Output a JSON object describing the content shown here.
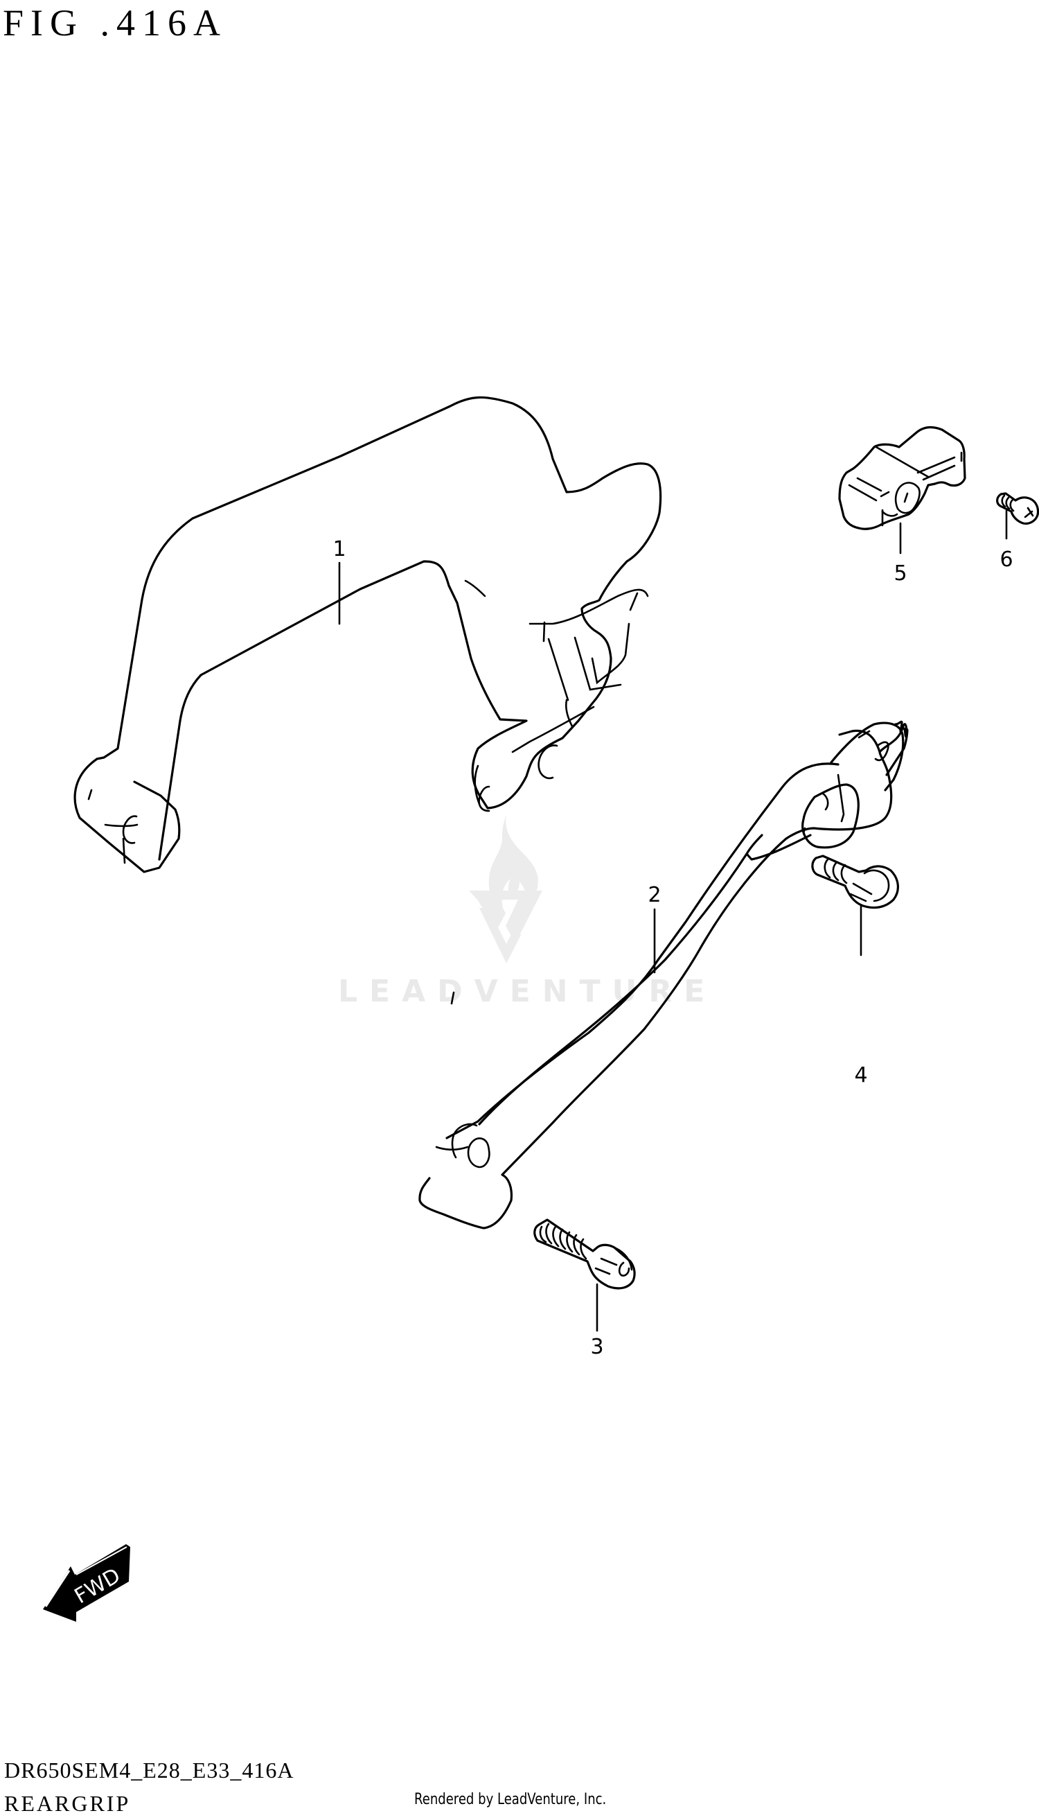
{
  "figure": {
    "title": "FIG .416A",
    "code": "DR650SEM4_E28_E33_416A",
    "name": "REARGRIP"
  },
  "footer": {
    "rendered_by": "Rendered by LeadVenture, Inc."
  },
  "watermark": {
    "text": "LEADVENTURE",
    "color": "#e9e9e9"
  },
  "orientation_marker": {
    "label": "FWD",
    "icon": "fwd-arrow-icon"
  },
  "callouts": [
    {
      "number": "1",
      "part": "rear grip (left)"
    },
    {
      "number": "2",
      "part": "rear grip (right)"
    },
    {
      "number": "3",
      "part": "socket head bolt"
    },
    {
      "number": "4",
      "part": "flange bolt"
    },
    {
      "number": "5",
      "part": "clamp / cap"
    },
    {
      "number": "6",
      "part": "screw"
    }
  ]
}
